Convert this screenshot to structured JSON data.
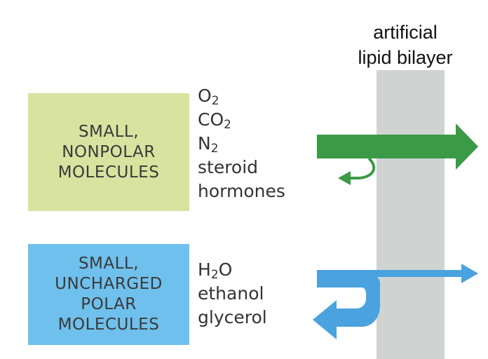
{
  "membrane": {
    "label_line1": "artificial",
    "label_line2": "lipid bilayer",
    "color": "#d0d3d2"
  },
  "groups": [
    {
      "label_lines": [
        "SMALL,",
        "NONPOLAR",
        "MOLECULES"
      ],
      "box_color": "#d7e39f",
      "arrow_color": "#3a9a45",
      "molecules": [
        {
          "base": "O",
          "sub": "2",
          "rest": ""
        },
        {
          "base": "CO",
          "sub": "2",
          "rest": ""
        },
        {
          "base": "N",
          "sub": "2",
          "rest": ""
        },
        {
          "base": "steroid",
          "sub": "",
          "rest": ""
        },
        {
          "base": "hormones",
          "sub": "",
          "rest": ""
        }
      ]
    },
    {
      "label_lines": [
        "SMALL,",
        "UNCHARGED",
        "POLAR",
        "MOLECULES"
      ],
      "box_color": "#6fc0ec",
      "arrow_color": "#4aa3de",
      "molecules": [
        {
          "base": "H",
          "sub": "2",
          "rest": "O"
        },
        {
          "base": "ethanol",
          "sub": "",
          "rest": ""
        },
        {
          "base": "glycerol",
          "sub": "",
          "rest": ""
        }
      ]
    }
  ]
}
